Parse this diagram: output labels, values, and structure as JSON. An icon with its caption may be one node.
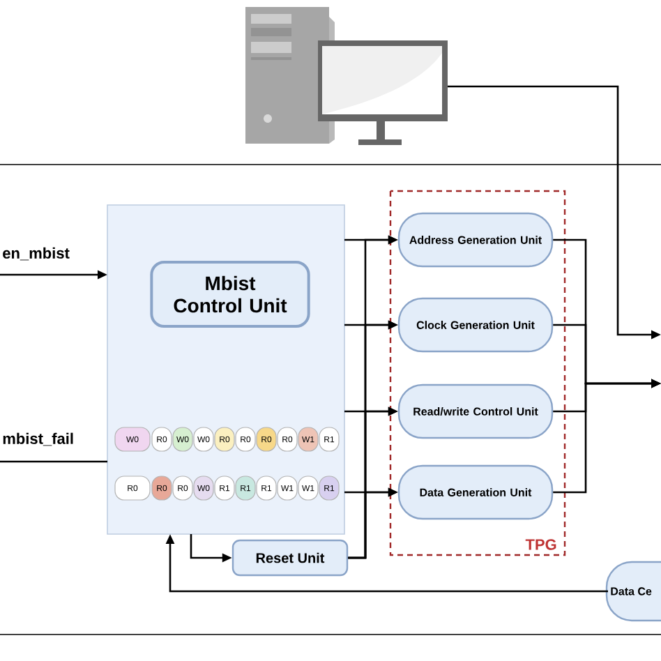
{
  "diagram": {
    "nodes": [
      {
        "text": [],
        "shape": "picture"
      },
      {
        "text": [
          "en_mbist"
        ]
      },
      {
        "text": [],
        "shape": "box"
      },
      {
        "text": [
          "Mbist Control Unit"
        ],
        "in": 2
      },
      {
        "text": [
          "W0"
        ],
        "in": 2
      },
      {
        "text": [
          "R0"
        ],
        "in": 2
      },
      {
        "text": [
          "W0"
        ],
        "in": 2
      },
      {
        "text": [
          "W0"
        ],
        "in": 2
      },
      {
        "text": [
          "R0"
        ],
        "in": 2
      },
      {
        "text": [
          "R0"
        ],
        "in": 2
      },
      {
        "text": [
          "R0"
        ],
        "in": 2
      },
      {
        "text": [
          "R0"
        ],
        "in": 2
      },
      {
        "text": [
          "W1"
        ],
        "in": 2
      },
      {
        "text": [
          "R1"
        ],
        "in": 2
      },
      {
        "text": [
          "R0"
        ],
        "in": 2
      },
      {
        "text": [
          "R0"
        ],
        "in": 2
      },
      {
        "text": [
          "R0"
        ],
        "in": 2
      },
      {
        "text": [
          "W0"
        ],
        "in": 2
      },
      {
        "text": [
          "R1"
        ],
        "in": 2
      },
      {
        "text": [
          "R1"
        ],
        "in": 2
      },
      {
        "text": [
          "R1"
        ],
        "in": 2
      },
      {
        "text": [
          "W1"
        ],
        "in": 2
      },
      {
        "text": [
          "W1"
        ],
        "in": 2
      },
      {
        "text": [
          "R1"
        ],
        "in": 2
      },
      {
        "text": [
          "mbist_fail"
        ]
      },
      {
        "text": [
          "TPG"
        ]
      },
      {
        "text": [
          "Address Generation Unit"
        ],
        "in": 25
      },
      {
        "text": [
          "Clock Generation Unit"
        ],
        "in": 25
      },
      {
        "text": [
          "Read/write Control Unit"
        ],
        "in": 25
      },
      {
        "text": [
          "Data Generation Unit"
        ],
        "in": 25
      },
      {
        "text": [
          "Reset Unit"
        ]
      },
      {
        "text": [
          "Data Ce"
        ]
      }
    ],
    "edges": [
      {
        "from": 0,
        "to": null,
        "arrow": "to"
      },
      {
        "from": 1,
        "to": 2,
        "arrow": "to"
      },
      {
        "from": 24,
        "to": 2,
        "arrow": "none"
      },
      {
        "from": 2,
        "to": 26,
        "arrow": "to"
      },
      {
        "from": 2,
        "to": 27,
        "arrow": "to"
      },
      {
        "from": 2,
        "to": 28,
        "arrow": "to"
      },
      {
        "from": 2,
        "to": 29,
        "arrow": "to"
      },
      {
        "from": 2,
        "to": 30,
        "arrow": "to"
      },
      {
        "from": 30,
        "to": 26,
        "arrow": "to"
      },
      {
        "from": 30,
        "to": 27,
        "arrow": "to"
      },
      {
        "from": 30,
        "to": 28,
        "arrow": "to"
      },
      {
        "from": 30,
        "to": 29,
        "arrow": "to"
      },
      {
        "from": 26,
        "to": null,
        "arrow": "to"
      },
      {
        "from": 27,
        "to": null,
        "arrow": "to"
      },
      {
        "from": 28,
        "to": null,
        "arrow": "to"
      },
      {
        "from": 29,
        "to": null,
        "arrow": "to"
      },
      {
        "from": 31,
        "to": 2,
        "arrow": "to"
      }
    ]
  }
}
